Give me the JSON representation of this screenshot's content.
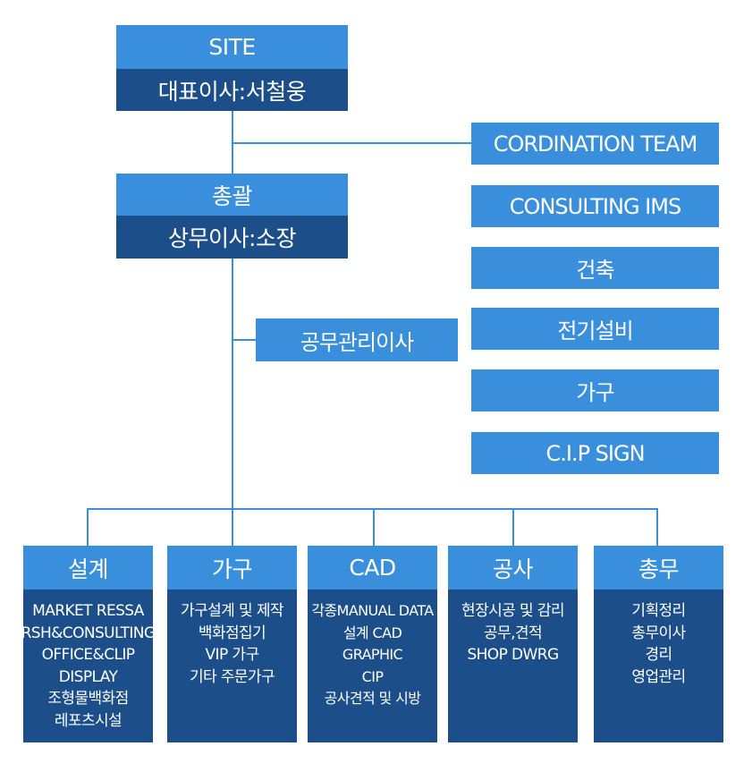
{
  "top": {
    "title": "SITE",
    "subtitle": "대표이사:서철웅"
  },
  "second": {
    "title": "총괄",
    "subtitle": "상무이사:소장"
  },
  "side": {
    "label": "공무관리이사"
  },
  "right_boxes": [
    "CORDINATION TEAM",
    "CONSULTING IMS",
    "건축",
    "전기설비",
    "가구",
    "C.I.P SIGN"
  ],
  "departments": [
    {
      "title": "설계",
      "items": [
        "MARKET RESSA",
        "RSH&CONSULTING",
        "OFFICE&CLIP",
        "DISPLAY",
        "조형물백화점",
        "레포츠시설"
      ]
    },
    {
      "title": "가구",
      "items": [
        "가구설계 및 제작",
        "백화점집기",
        "VIP  가구",
        "기타 주문가구"
      ]
    },
    {
      "title": "CAD",
      "items": [
        "각종MANUAL DATA",
        "설계 CAD",
        "GRAPHIC",
        "CIP",
        "공사견적 및 시방"
      ]
    },
    {
      "title": "공사",
      "items": [
        "현장시공 및 감리",
        "공무,견적",
        "SHOP DWRG"
      ]
    },
    {
      "title": "총무",
      "items": [
        "기획정리",
        "총무이사",
        "경리",
        "영업관리"
      ]
    }
  ]
}
